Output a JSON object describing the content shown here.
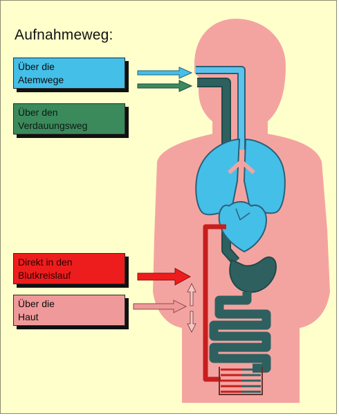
{
  "title": "Aufnahmeweg:",
  "routes": [
    {
      "id": "atemwege",
      "label": "Über die\nAtemwege",
      "color": "#44bfe8"
    },
    {
      "id": "verdauungsweg",
      "label": "Über den\nVerdauungsweg",
      "color": "#3b8a5c"
    },
    {
      "id": "blutkreislauf",
      "label": "Direkt in den\nBlutkreislauf",
      "color": "#ee1d1d"
    },
    {
      "id": "haut",
      "label": "Über die\nHaut",
      "color": "#f0999a"
    }
  ],
  "colors": {
    "background": "#ffffcc",
    "body": "#f4a4a0",
    "respiratory": "#44bfe8",
    "digestive": "#2e6060",
    "blood": "#c81e1e"
  }
}
